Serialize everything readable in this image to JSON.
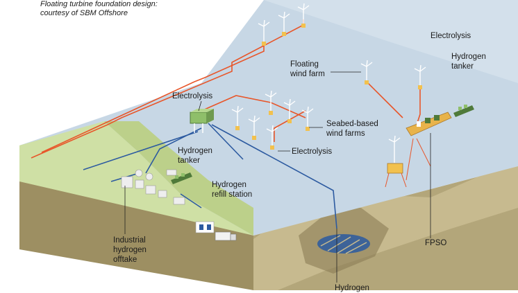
{
  "caption": {
    "line1": "Floating turbine foundation design:",
    "line2": "courtesy of SBM Offshore"
  },
  "labels": {
    "floating_wind_farm": [
      "Floating",
      "wind farm"
    ],
    "electrolysis_top_right": "Electrolysis",
    "hydrogen_tanker_right": [
      "Hydrogen",
      "tanker"
    ],
    "electrolysis_platform": "Electrolysis",
    "seabed_wind_farms": [
      "Seabed-based",
      "wind farms"
    ],
    "electrolysis_seabed": "Electrolysis",
    "hydrogen_tanker_near": [
      "Hydrogen",
      "tanker"
    ],
    "hydrogen_refill_station": [
      "Hydrogen",
      "refill station"
    ],
    "industrial_offtake": [
      "Industrial",
      "hydrogen",
      "offtake"
    ],
    "fpso": "FPSO",
    "hydrogen_storage_partial": "Hydrogen"
  },
  "colors": {
    "power_line": "#e8562a",
    "hydrogen_pipeline": "#2c5aa0",
    "sea": "#c7d7e5",
    "land": "#cfe0a5",
    "soil": "#a79a70",
    "label_leader": "#222222"
  }
}
